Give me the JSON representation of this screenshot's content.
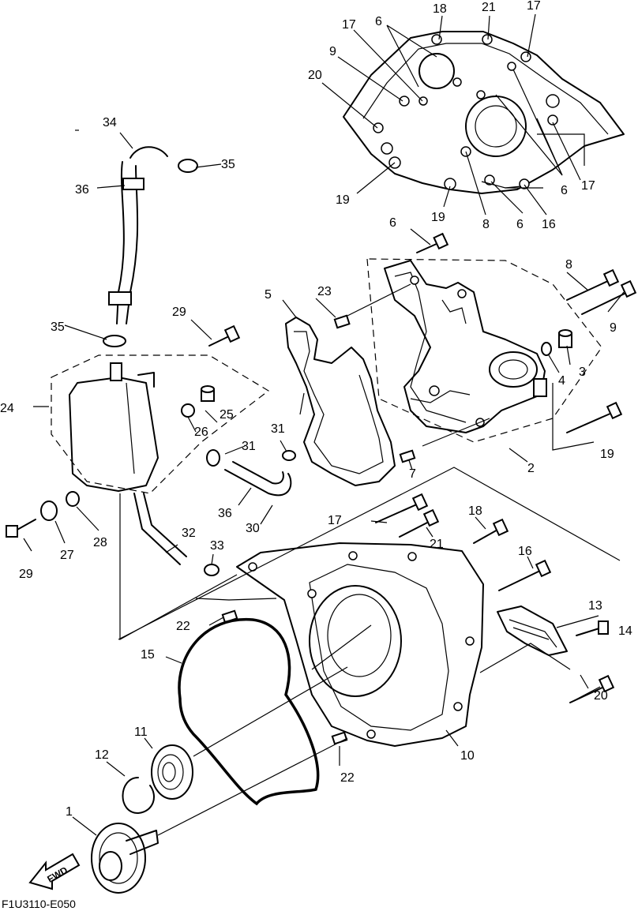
{
  "diagram": {
    "code": "F1U3110-E050",
    "fwd_label": "FWD",
    "callouts": [
      {
        "id": "c1",
        "text": "1"
      },
      {
        "id": "c2",
        "text": "2"
      },
      {
        "id": "c3",
        "text": "3"
      },
      {
        "id": "c4",
        "text": "4"
      },
      {
        "id": "c5",
        "text": "5"
      },
      {
        "id": "c6a",
        "text": "6"
      },
      {
        "id": "c6b",
        "text": "6"
      },
      {
        "id": "c6c",
        "text": "6"
      },
      {
        "id": "c6d",
        "text": "6"
      },
      {
        "id": "c7",
        "text": "7"
      },
      {
        "id": "c8a",
        "text": "8"
      },
      {
        "id": "c8b",
        "text": "8"
      },
      {
        "id": "c9a",
        "text": "9"
      },
      {
        "id": "c9b",
        "text": "9"
      },
      {
        "id": "c10",
        "text": "10"
      },
      {
        "id": "c11",
        "text": "11"
      },
      {
        "id": "c12",
        "text": "12"
      },
      {
        "id": "c13",
        "text": "13"
      },
      {
        "id": "c14",
        "text": "14"
      },
      {
        "id": "c15",
        "text": "15"
      },
      {
        "id": "c16a",
        "text": "16"
      },
      {
        "id": "c16b",
        "text": "16"
      },
      {
        "id": "c17a",
        "text": "17"
      },
      {
        "id": "c17b",
        "text": "17"
      },
      {
        "id": "c17c",
        "text": "17"
      },
      {
        "id": "c17d",
        "text": "17"
      },
      {
        "id": "c18a",
        "text": "18"
      },
      {
        "id": "c18b",
        "text": "18"
      },
      {
        "id": "c19a",
        "text": "19"
      },
      {
        "id": "c19b",
        "text": "19"
      },
      {
        "id": "c19c",
        "text": "19"
      },
      {
        "id": "c20a",
        "text": "20"
      },
      {
        "id": "c20b",
        "text": "20"
      },
      {
        "id": "c21a",
        "text": "21"
      },
      {
        "id": "c21b",
        "text": "21"
      },
      {
        "id": "c22a",
        "text": "22"
      },
      {
        "id": "c22b",
        "text": "22"
      },
      {
        "id": "c23",
        "text": "23"
      },
      {
        "id": "c24",
        "text": "24"
      },
      {
        "id": "c25",
        "text": "25"
      },
      {
        "id": "c26",
        "text": "26"
      },
      {
        "id": "c27",
        "text": "27"
      },
      {
        "id": "c28",
        "text": "28"
      },
      {
        "id": "c29a",
        "text": "29"
      },
      {
        "id": "c29b",
        "text": "29"
      },
      {
        "id": "c30",
        "text": "30"
      },
      {
        "id": "c31a",
        "text": "31"
      },
      {
        "id": "c31b",
        "text": "31"
      },
      {
        "id": "c32",
        "text": "32"
      },
      {
        "id": "c33",
        "text": "33"
      },
      {
        "id": "c34",
        "text": "34"
      },
      {
        "id": "c35a",
        "text": "35"
      },
      {
        "id": "c35b",
        "text": "35"
      },
      {
        "id": "c36a",
        "text": "36"
      },
      {
        "id": "c36b",
        "text": "36"
      }
    ]
  }
}
